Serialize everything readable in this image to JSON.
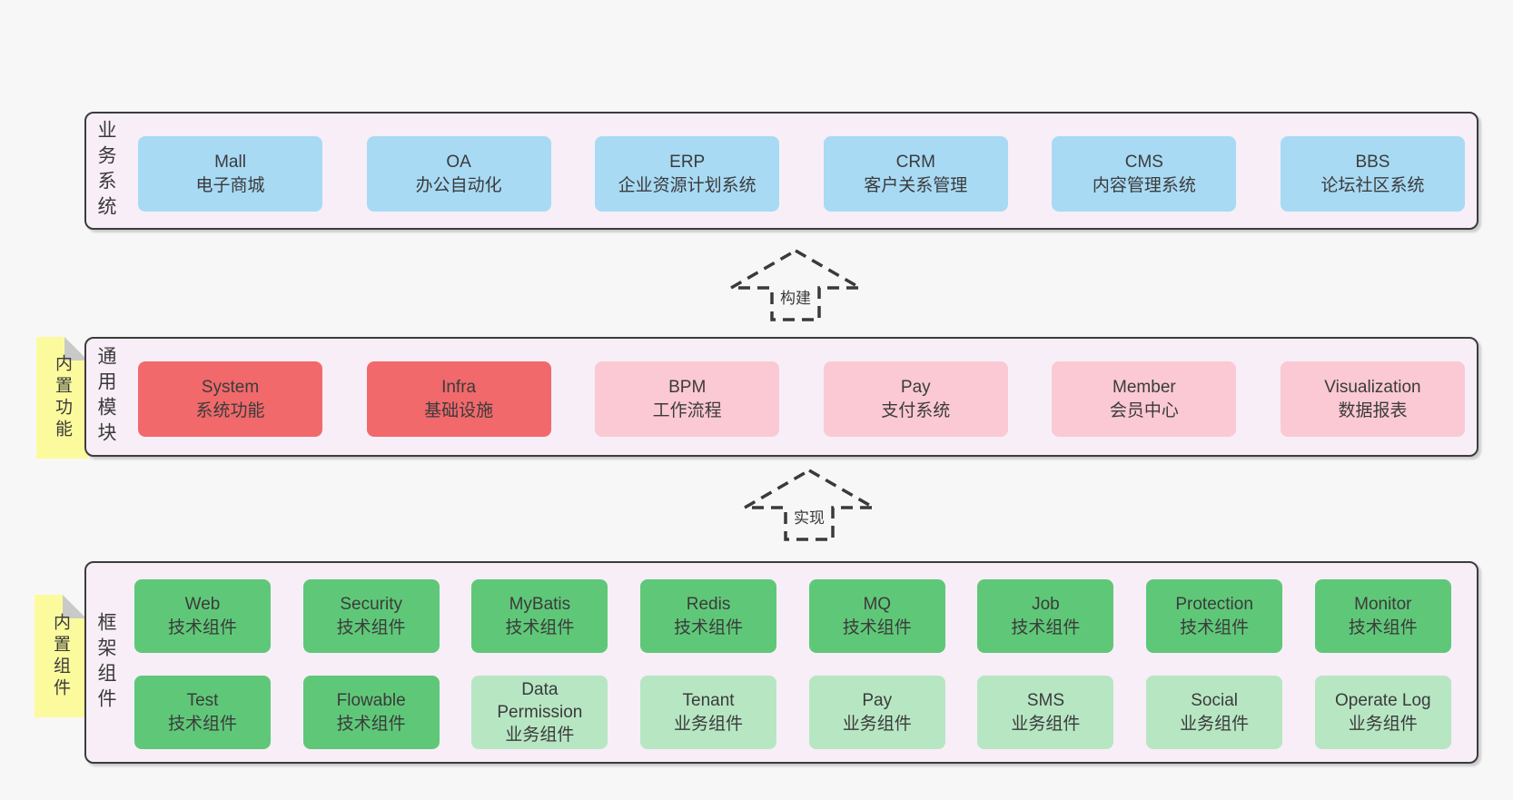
{
  "colors": {
    "page_bg": "#f7f7f7",
    "container_bg": "#f8eef7",
    "container_border": "#3c3c3c",
    "box_blue": "#a8daf4",
    "box_red": "#f1696b",
    "box_pink": "#fbc9d3",
    "box_green": "#5fc878",
    "box_green_light": "#b7e6c3",
    "note_yellow": "#fbfb9e",
    "note_fold_gray": "#c9c9c9",
    "text": "#3b3b3b"
  },
  "arrows": [
    {
      "label": "构建"
    },
    {
      "label": "实现"
    }
  ],
  "layers": [
    {
      "label": "业务系统",
      "rows": [
        [
          {
            "title": "Mall",
            "subtitle": "电子商城",
            "variant": "blue"
          },
          {
            "title": "OA",
            "subtitle": "办公自动化",
            "variant": "blue"
          },
          {
            "title": "ERP",
            "subtitle": "企业资源计划系统",
            "variant": "blue"
          },
          {
            "title": "CRM",
            "subtitle": "客户关系管理",
            "variant": "blue"
          },
          {
            "title": "CMS",
            "subtitle": "内容管理系统",
            "variant": "blue"
          },
          {
            "title": "BBS",
            "subtitle": "论坛社区系统",
            "variant": "blue"
          }
        ]
      ]
    },
    {
      "label": "通用模块",
      "note": "内置功能",
      "rows": [
        [
          {
            "title": "System",
            "subtitle": "系统功能",
            "variant": "red"
          },
          {
            "title": "Infra",
            "subtitle": "基础设施",
            "variant": "red"
          },
          {
            "title": "BPM",
            "subtitle": "工作流程",
            "variant": "pink"
          },
          {
            "title": "Pay",
            "subtitle": "支付系统",
            "variant": "pink"
          },
          {
            "title": "Member",
            "subtitle": "会员中心",
            "variant": "pink"
          },
          {
            "title": "Visualization",
            "subtitle": "数据报表",
            "variant": "pink"
          }
        ]
      ]
    },
    {
      "label": "框架组件",
      "note": "内置组件",
      "rows": [
        [
          {
            "title": "Web",
            "subtitle": "技术组件",
            "variant": "green"
          },
          {
            "title": "Security",
            "subtitle": "技术组件",
            "variant": "green"
          },
          {
            "title": "MyBatis",
            "subtitle": "技术组件",
            "variant": "green"
          },
          {
            "title": "Redis",
            "subtitle": "技术组件",
            "variant": "green"
          },
          {
            "title": "MQ",
            "subtitle": "技术组件",
            "variant": "green"
          },
          {
            "title": "Job",
            "subtitle": "技术组件",
            "variant": "green"
          },
          {
            "title": "Protection",
            "subtitle": "技术组件",
            "variant": "green"
          },
          {
            "title": "Monitor",
            "subtitle": "技术组件",
            "variant": "green"
          }
        ],
        [
          {
            "title": "Test",
            "subtitle": "技术组件",
            "variant": "green"
          },
          {
            "title": "Flowable",
            "subtitle": "技术组件",
            "variant": "green"
          },
          {
            "title": "Data Permission",
            "subtitle": "业务组件",
            "variant": "green-light"
          },
          {
            "title": "Tenant",
            "subtitle": "业务组件",
            "variant": "green-light"
          },
          {
            "title": "Pay",
            "subtitle": "业务组件",
            "variant": "green-light"
          },
          {
            "title": "SMS",
            "subtitle": "业务组件",
            "variant": "green-light"
          },
          {
            "title": "Social",
            "subtitle": "业务组件",
            "variant": "green-light"
          },
          {
            "title": "Operate Log",
            "subtitle": "业务组件",
            "variant": "green-light"
          }
        ]
      ]
    }
  ]
}
